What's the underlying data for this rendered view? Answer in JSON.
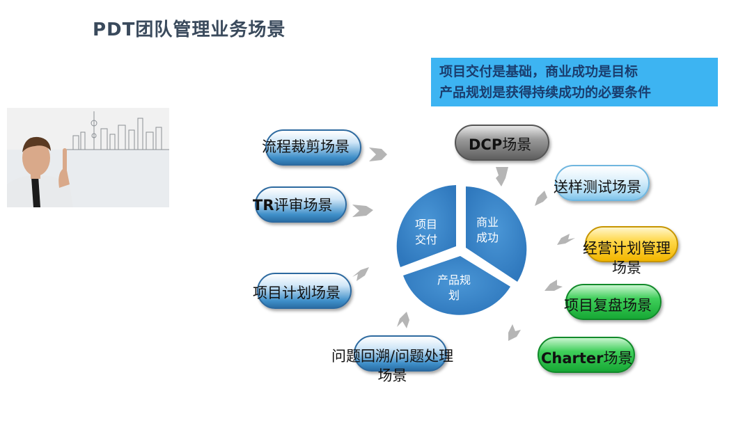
{
  "title": "PDT团队管理业务场景",
  "callout": {
    "line1": "项目交付是基础，商业成功是目标",
    "line2": "产品规划是获得持续成功的必要条件"
  },
  "pie": {
    "segments": [
      {
        "label1": "项目",
        "label2": "交付"
      },
      {
        "label1": "商业",
        "label2": "成功"
      },
      {
        "label1": "产品规",
        "label2": "划"
      }
    ],
    "color": "#3b82c4"
  },
  "scenes": {
    "s1": "流程裁剪场景",
    "s2a": "TR",
    "s2b": "评审场景",
    "s3": "项目计划场景",
    "s4a": "问题回溯/问题处理",
    "s4b": "场景",
    "s5a": "DCP",
    "s5b": "场景",
    "s6": "送样测试场景",
    "s7a": "经营计划管理",
    "s7b": "场景",
    "s8": "项目复盘场景",
    "s9a": "Charter",
    "s9b": "场景"
  }
}
